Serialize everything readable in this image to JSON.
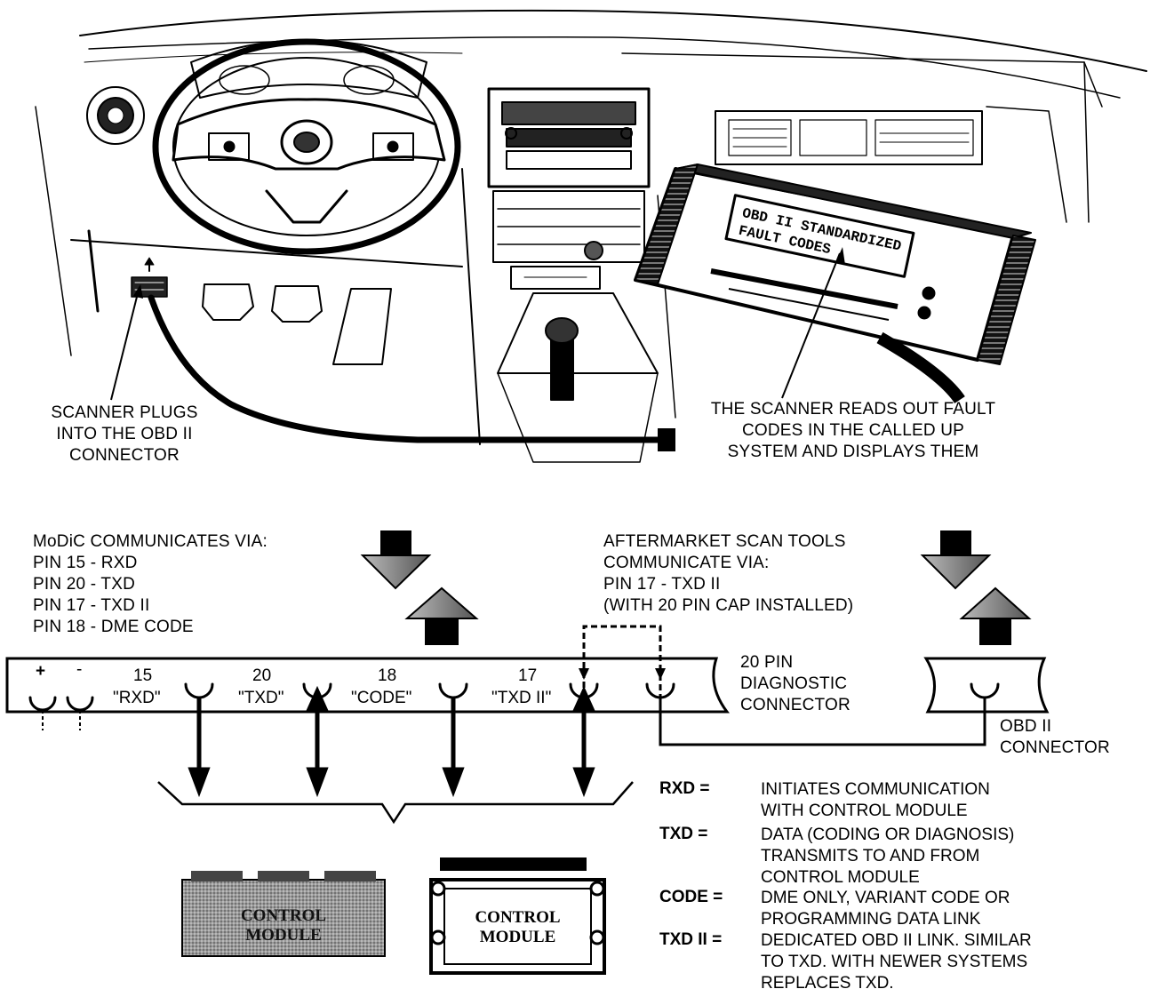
{
  "top_callouts": {
    "scanner_plugs": [
      "SCANNER PLUGS",
      "INTO THE OBD II",
      "CONNECTOR"
    ],
    "scanner_reads": [
      "THE SCANNER READS OUT FAULT",
      "CODES IN THE CALLED UP",
      "SYSTEM  AND DISPLAYS THEM"
    ],
    "scanner_screen": [
      "OBD II STANDARDIZED",
      "FAULT CODES"
    ]
  },
  "modic_block": [
    "MoDiC COMMUNICATES VIA:",
    "PIN 15 - RXD",
    "PIN 20 - TXD",
    "PIN 17 - TXD II",
    "PIN 18 - DME CODE"
  ],
  "aftermarket_block": [
    "AFTERMARKET SCAN TOOLS",
    "COMMUNICATE VIA:",
    "PIN 17 - TXD II",
    "(WITH 20 PIN CAP INSTALLED)"
  ],
  "connector20": {
    "plus": "+",
    "minus": "-",
    "pins": [
      {
        "number": "15",
        "name": "\"RXD\""
      },
      {
        "number": "20",
        "name": "\"TXD\""
      },
      {
        "number": "18",
        "name": "\"CODE\""
      },
      {
        "number": "17",
        "name": "\"TXD II\""
      }
    ],
    "label": [
      "20 PIN",
      "DIAGNOSTIC",
      "CONNECTOR"
    ]
  },
  "obd_connector_label": [
    "OBD II",
    "CONNECTOR"
  ],
  "control_modules": [
    {
      "label": [
        "CONTROL",
        "MODULE"
      ]
    },
    {
      "label": [
        "CONTROL",
        "MODULE"
      ]
    }
  ],
  "legend": [
    {
      "key": "RXD =",
      "lines": [
        "INITIATES COMMUNICATION",
        "WITH CONTROL MODULE"
      ]
    },
    {
      "key": "TXD =",
      "lines": [
        "DATA (CODING OR DIAGNOSIS)",
        "TRANSMITS TO AND FROM",
        "CONTROL MODULE"
      ]
    },
    {
      "key": "CODE =",
      "lines": [
        "DME ONLY, VARIANT CODE OR",
        "PROGRAMMING DATA LINK"
      ]
    },
    {
      "key": "TXD II =",
      "lines": [
        "DEDICATED OBD II LINK. SIMILAR",
        "TO TXD.  WITH NEWER SYSTEMS",
        "REPLACES TXD."
      ]
    }
  ]
}
